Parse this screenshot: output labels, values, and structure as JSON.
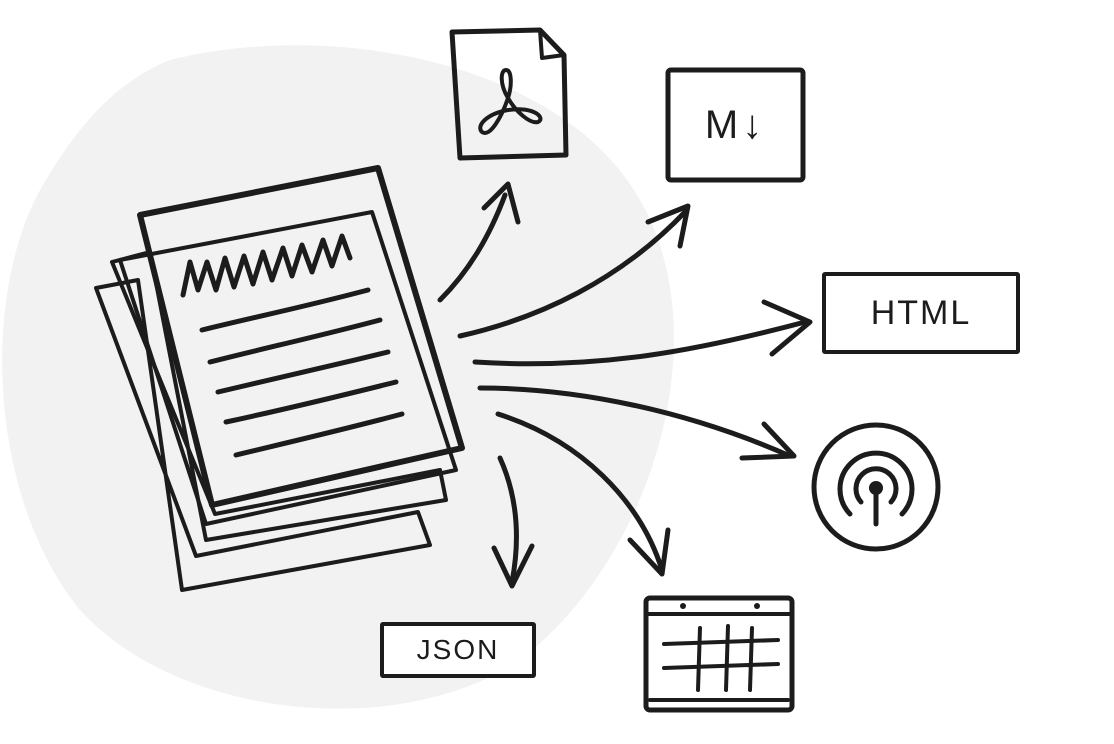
{
  "ink_color": "#1c1c1c",
  "blob_color": "#f2f2f2",
  "source": {
    "icon": "document-stack-icon"
  },
  "targets": {
    "pdf": {
      "icon": "pdf-icon"
    },
    "markdown": {
      "label": "M↓",
      "icon": "markdown-icon"
    },
    "html": {
      "label": "HTML"
    },
    "podcast": {
      "icon": "podcast-icon"
    },
    "calendar": {
      "icon": "calendar-icon"
    },
    "json": {
      "label": "JSON"
    }
  }
}
